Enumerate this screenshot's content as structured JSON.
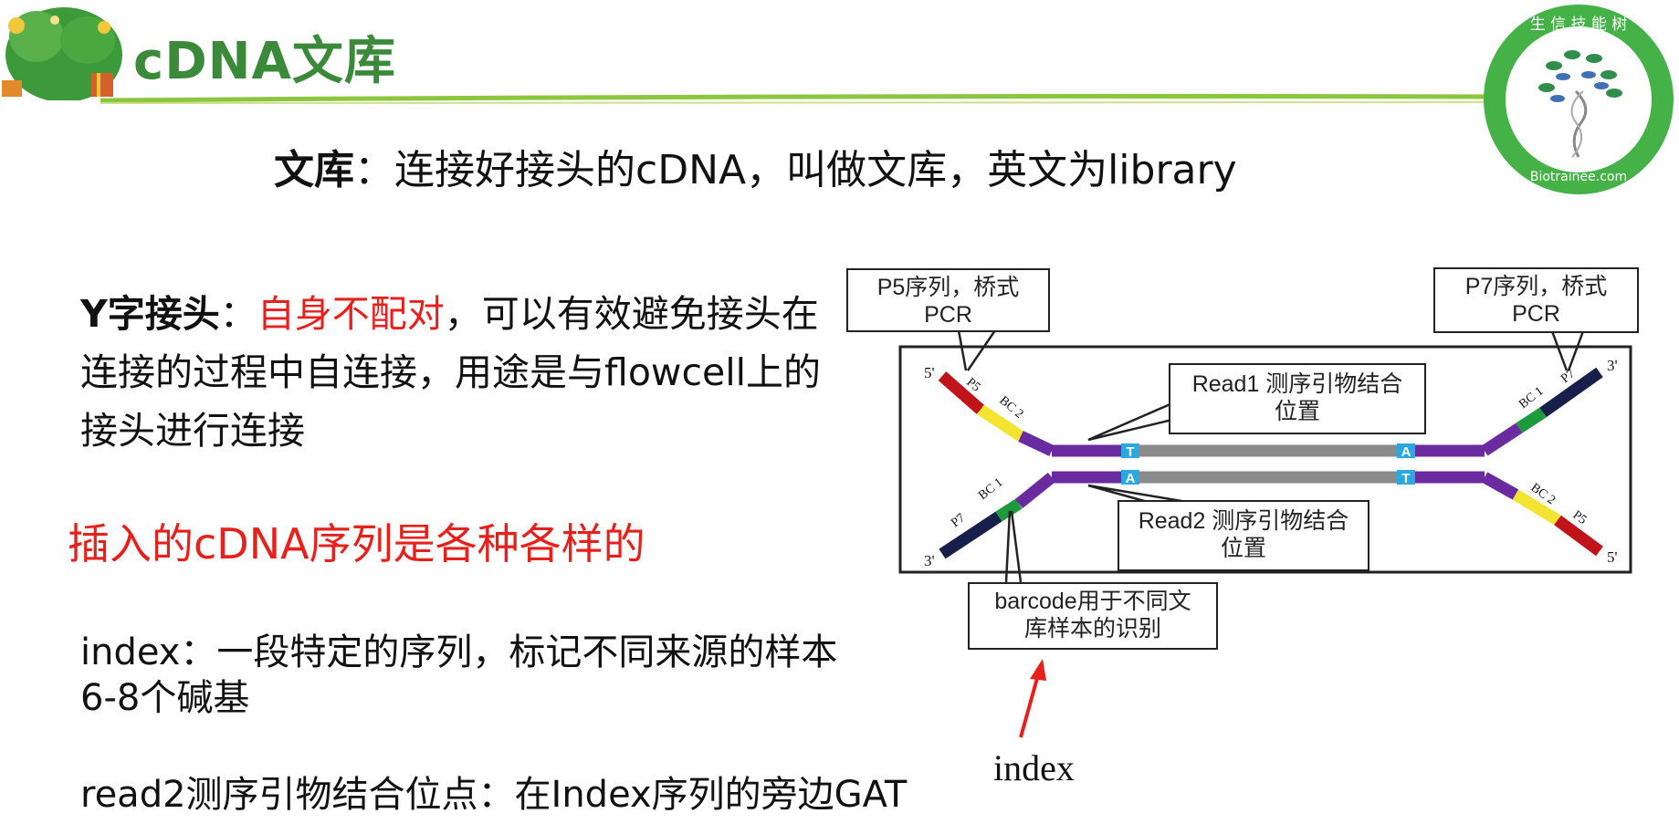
{
  "header": {
    "title": "cDNA文库",
    "logo_text": "生 信 技 能 树",
    "logo_url_text": "Biotrainee.com"
  },
  "definition": {
    "term": "文库",
    "text": "：连接好接头的cDNA，叫做文库，英文为library"
  },
  "y_adapter": {
    "term": "Y字接头",
    "colon": "：",
    "highlight": "自身不配对",
    "text": "，可以有效避免接头在连接的过程中自连接，用途是与flowcell上的接头进行连接"
  },
  "insert_note": "插入的cDNA序列是各种各样的",
  "index_note": {
    "line1": "index：一段特定的序列，标记不同来源的样本",
    "line2": "6-8个碱基"
  },
  "read2_note": "read2测序引物结合位点：在Index序列的旁边GAT",
  "diagram": {
    "box_p5": "P5序列，桥式\nPCR",
    "box_p7": "P7序列，桥式\nPCR",
    "box_read1": "Read1 测序引物结合\n位置",
    "box_read2": "Read2 测序引物结合\n位置",
    "box_barcode": "barcode用于不同文\n库样本的识别",
    "index_label": "index",
    "labels": {
      "five_prime": "5'",
      "three_prime": "3'",
      "p5": "P5",
      "p7": "P7",
      "bc1": "BC 1",
      "bc2": "BC 2",
      "t": "T",
      "a": "A"
    }
  },
  "colors": {
    "title_green": "#3a8a3a",
    "highlight_red": "#e8201c",
    "adapter_purple": "#6a2aa0",
    "insert_gray": "#8a8a8a",
    "p5_red": "#c0141a",
    "bc_yellow": "#f2e431",
    "bc_green": "#1c9a3c",
    "p7_navy": "#17204a",
    "base_blue": "#2aa8e0"
  }
}
